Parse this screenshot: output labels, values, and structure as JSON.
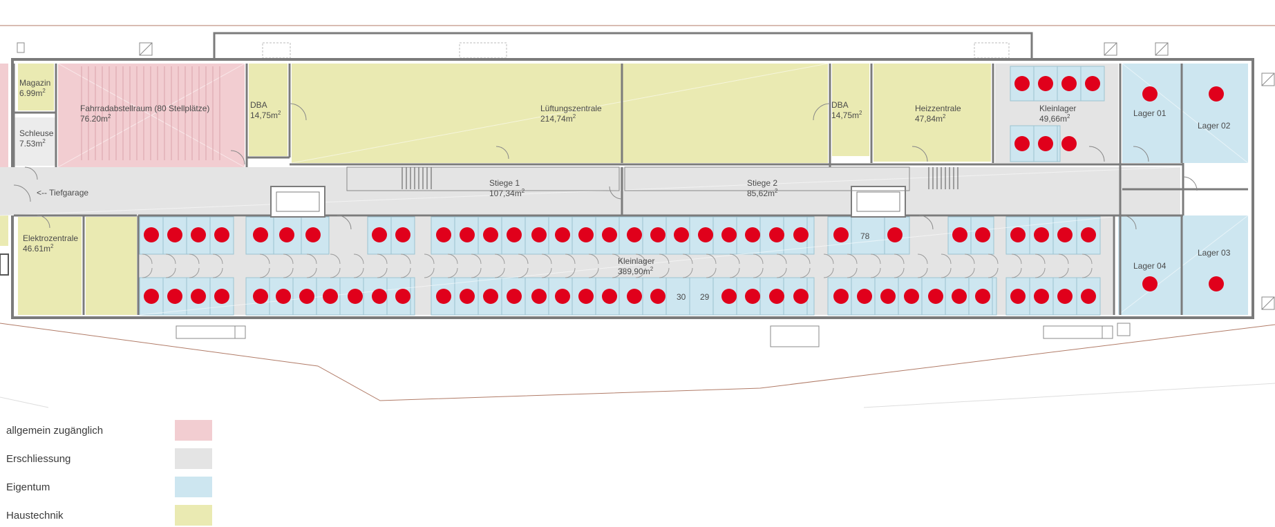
{
  "colors": {
    "public": "#f2cdd1",
    "circulation": "#e4e4e4",
    "property": "#cde6f0",
    "services": "#eaeab2",
    "dot": "#e0001b",
    "wall": "#7b7b7b",
    "outline": "#b07a66"
  },
  "rooms": {
    "magazin": {
      "name": "Magazin",
      "area": "6.99m"
    },
    "fahrrad": {
      "name": "Fahrradabstellraum (80 Stellplätze)",
      "area": "76.20m"
    },
    "schleuse": {
      "name": "Schleuse",
      "area": "7.53m"
    },
    "dba1": {
      "name": "DBA",
      "area": "14,75m"
    },
    "lueftung": {
      "name": "Lüftungszentrale",
      "area": "214,74m"
    },
    "dba2": {
      "name": "DBA",
      "area": "14,75m"
    },
    "heizung": {
      "name": "Heizzentrale",
      "area": "47,84m"
    },
    "kleinlager_top": {
      "name": "Kleinlager",
      "area": "49,66m"
    },
    "lager01": {
      "name": "Lager 01"
    },
    "lager02": {
      "name": "Lager 02"
    },
    "lager03": {
      "name": "Lager 03"
    },
    "lager04": {
      "name": "Lager 04"
    },
    "tiefgarage": {
      "name": "<-- Tiefgarage"
    },
    "stiege1": {
      "name": "Stiege 1",
      "area": "107,34m"
    },
    "stiege2": {
      "name": "Stiege 2",
      "area": "85,62m"
    },
    "elektro": {
      "name": "Elektrozentrale",
      "area": "46.61m"
    },
    "kleinlager_main": {
      "name": "Kleinlager",
      "area": "389,90m"
    }
  },
  "sup2": "2",
  "unit_numbers": {
    "n78": "78",
    "n30": "30",
    "n29": "29"
  },
  "legend": [
    {
      "label": "allgemein zugänglich",
      "color": "#f2cdd1"
    },
    {
      "label": "Erschliessung",
      "color": "#e4e4e4"
    },
    {
      "label": "Eigentum",
      "color": "#cde6f0"
    },
    {
      "label": "Haustechnik",
      "color": "#eaeab2"
    }
  ]
}
